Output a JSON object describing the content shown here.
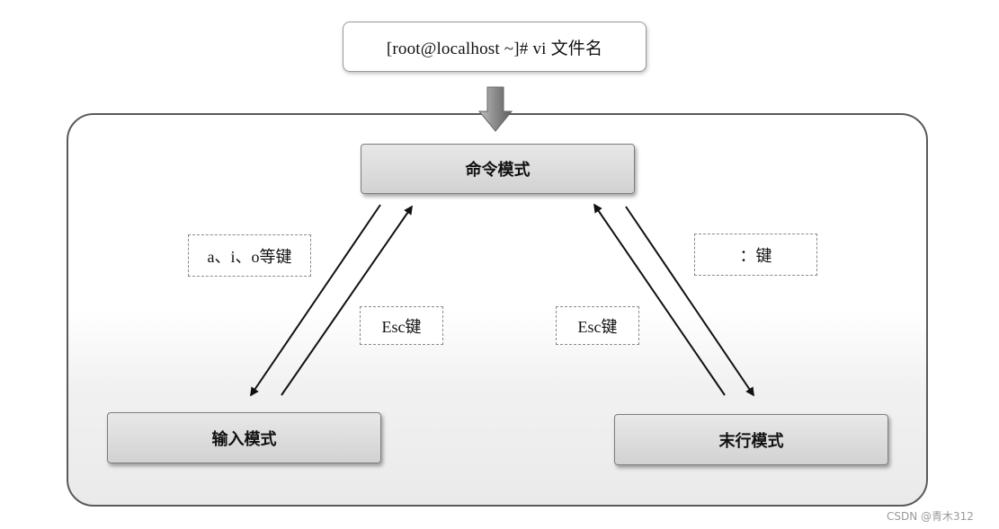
{
  "top_command": "[root@localhost ~]# vi 文件名",
  "modes": {
    "command": "命令模式",
    "insert": "输入模式",
    "last_line": "末行模式"
  },
  "keys": {
    "insert_keys": "a、i、o等键",
    "esc_left": "Esc键",
    "esc_right": "Esc键",
    "colon_key": "：键"
  },
  "watermark": "CSDN @青木312"
}
